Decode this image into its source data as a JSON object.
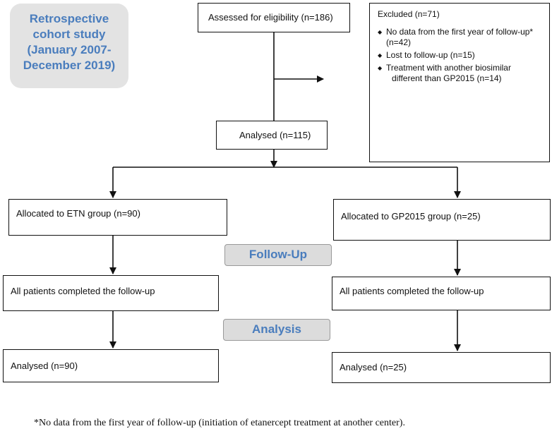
{
  "study_design": {
    "lines": [
      "Retrospective",
      "cohort study",
      "(January 2007-",
      "December 2019)"
    ]
  },
  "flow": {
    "assessed": "Assessed for eligibility (n=186)",
    "excluded": {
      "header": "Excluded (n=71)",
      "reasons": [
        {
          "text": "No data from the first year of follow-up* (n=42)"
        },
        {
          "text": "Lost to follow-up  (n=15)"
        },
        {
          "text": "Treatment with another biosimilar",
          "continuation": "different than GP2015 (n=14)"
        }
      ]
    },
    "analysed_total": "Analysed (n=115)",
    "etn_arm": {
      "allocated": "Allocated to ETN group (n=90)",
      "followup": "All patients completed the follow-up",
      "analysed": "Analysed (n=90)"
    },
    "gp2015_arm": {
      "allocated": "Allocated to GP2015 group (n=25)",
      "followup": "All patients completed the follow-up",
      "analysed": "Analysed (n=25)"
    }
  },
  "phases": {
    "followup": "Follow-Up",
    "analysis": "Analysis"
  },
  "footnote": "*No data from the first year of follow-up (initiation of etanercept treatment at another center).",
  "colors": {
    "phase_text": "#4a7dbd",
    "phase_bg": "#dcdcdc",
    "study_bg": "#e3e3e3",
    "line": "#111111"
  }
}
